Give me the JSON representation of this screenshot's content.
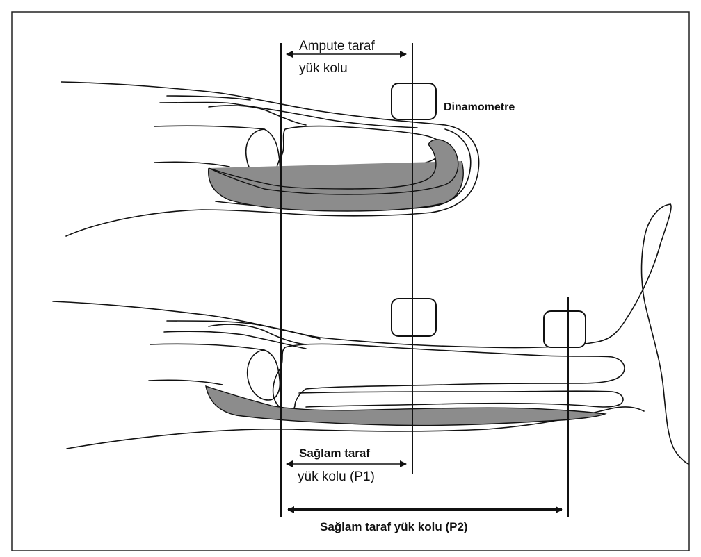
{
  "labels": {
    "amputee_arm_line1": "Ampute taraf",
    "amputee_arm_line2": "yük kolu",
    "dynamometer": "Dinamometre",
    "healthy_p1_line1": "Sağlam taraf",
    "healthy_p1_line2": "yük kolu (P1)",
    "healthy_p2": "Sağlam taraf yük kolu (P2)"
  },
  "colors": {
    "line": "#111111",
    "muscle_fill": "#8c8c8c",
    "frame_border": "#222222",
    "background": "#ffffff"
  }
}
